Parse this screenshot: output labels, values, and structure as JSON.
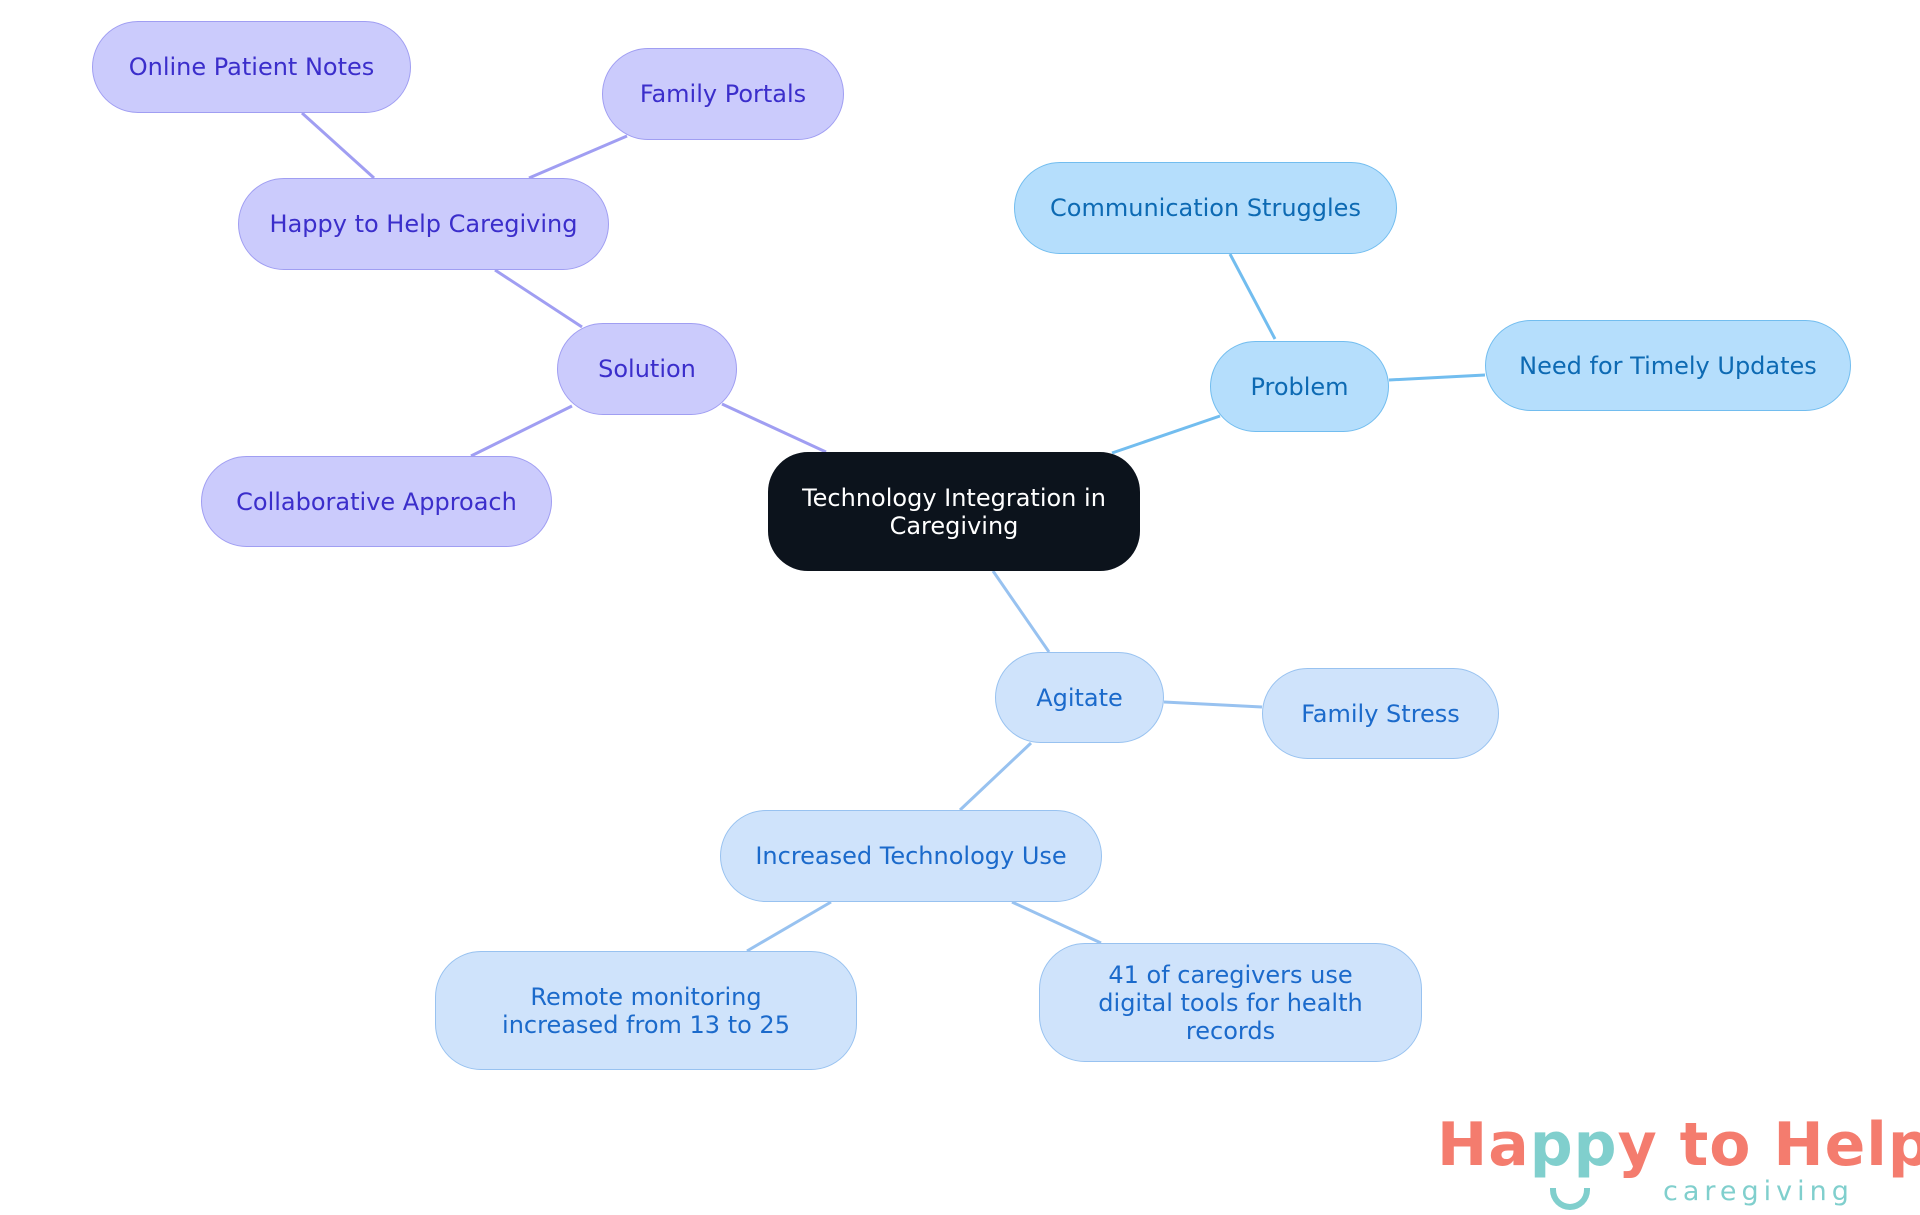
{
  "root": {
    "label": "Technology Integration in Caregiving"
  },
  "solution": {
    "label": "Solution",
    "children": [
      "Happy to Help Caregiving",
      "Collaborative Approach"
    ],
    "grandchildren": [
      "Online Patient Notes",
      "Family Portals"
    ]
  },
  "problem": {
    "label": "Problem",
    "children": [
      "Communication Struggles",
      "Need for Timely Updates"
    ]
  },
  "agitate": {
    "label": "Agitate",
    "children": [
      "Family Stress",
      "Increased Technology Use"
    ],
    "grandchildren": [
      "Remote monitoring increased from 13 to 25",
      "41 of caregivers use digital tools for health records"
    ]
  },
  "logo": {
    "main_a": "Ha",
    "main_b": "pp",
    "main_c": "y to Help",
    "sub": "caregiving"
  },
  "colors": {
    "solution": "#cbcbfc",
    "problem": "#b5defc",
    "agitate": "#cfe3fb",
    "root": "#0c131c",
    "logo_coral": "#f47c6e",
    "logo_teal": "#80cfcd"
  }
}
